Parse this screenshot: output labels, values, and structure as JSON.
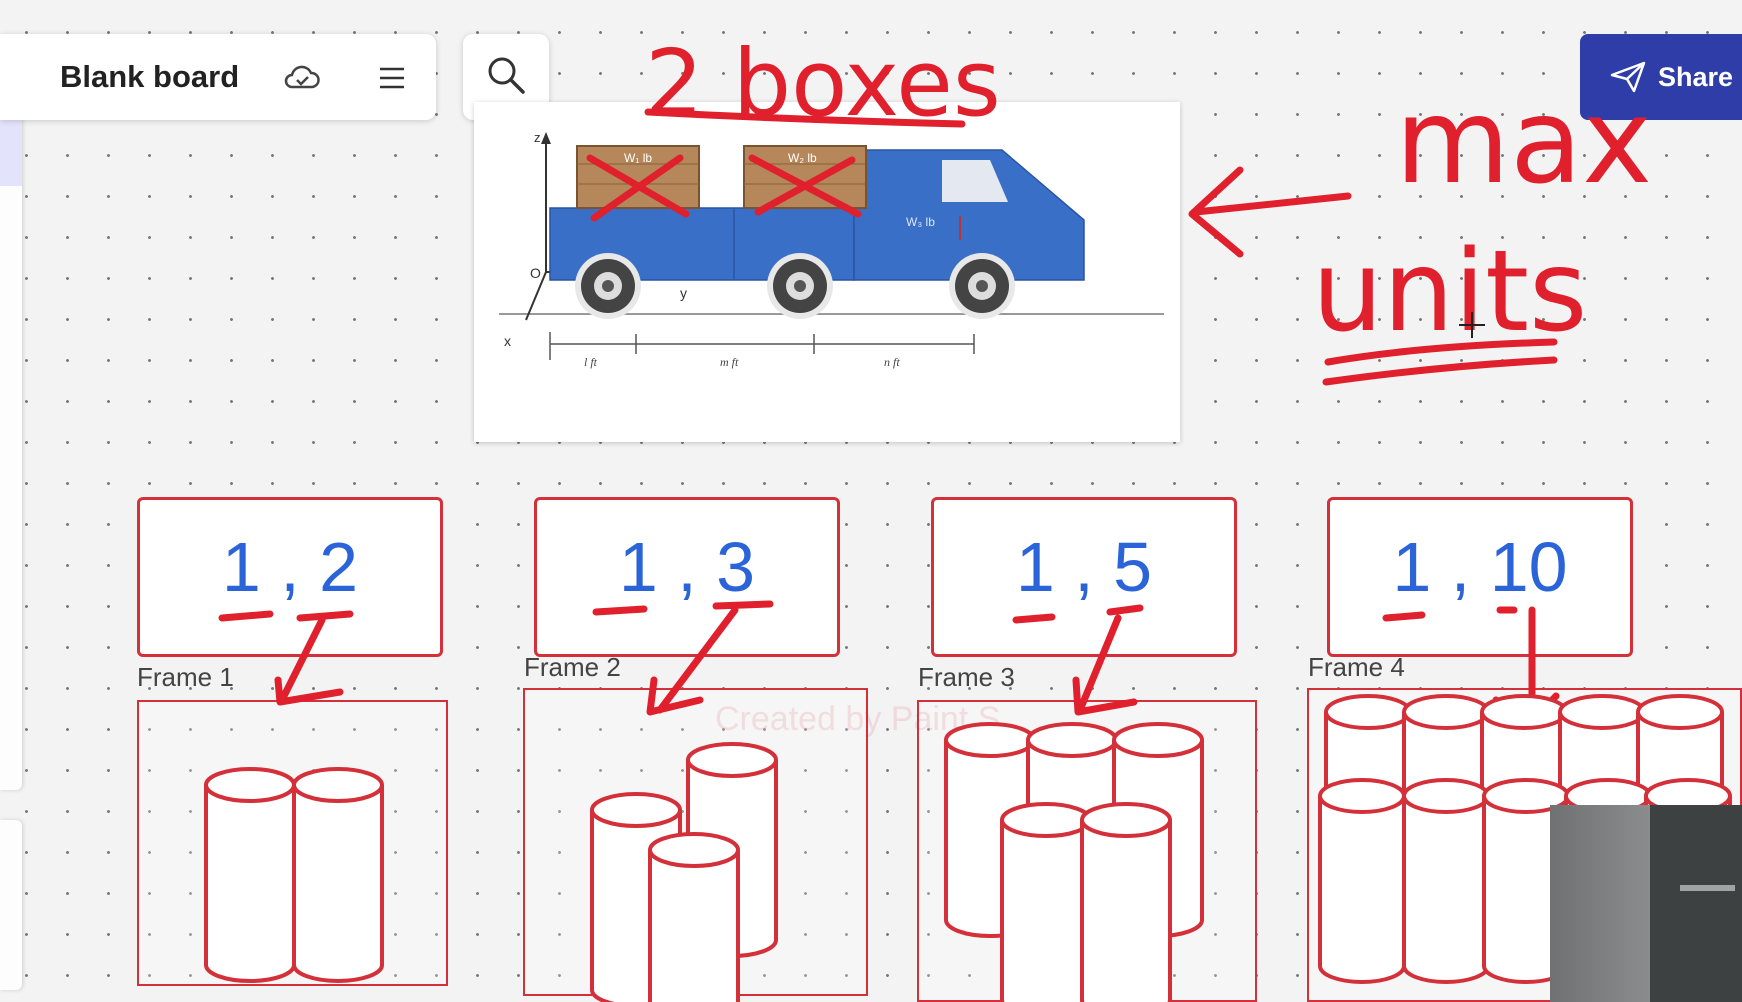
{
  "board": {
    "title": "Blank board"
  },
  "toolbar": {
    "share_label": "Share"
  },
  "truck_figure": {
    "axis_z": "z",
    "axis_y": "y",
    "axis_x": "x",
    "origin": "O",
    "box1_label": "W₁ lb",
    "box2_label": "W₂ lb",
    "truck_label": "W₃ lb",
    "dim_l": "l ft",
    "dim_m": "m ft",
    "dim_n": "n ft"
  },
  "annotations": {
    "top": "2 boxes",
    "right_line1": "max",
    "right_line2": "units"
  },
  "ratios": [
    {
      "text": "1 , 2"
    },
    {
      "text": "1 , 3"
    },
    {
      "text": "1 , 5"
    },
    {
      "text": "1 , 10"
    }
  ],
  "frames": [
    {
      "label": "Frame 1",
      "cylinders": 2
    },
    {
      "label": "Frame 2",
      "cylinders": 3
    },
    {
      "label": "Frame 3",
      "cylinders": 5
    },
    {
      "label": "Frame 4",
      "cylinders": 10
    }
  ],
  "watermark": "Created by Paint S",
  "colors": {
    "annotation_red": "#e0202c",
    "frame_red": "#d3303a",
    "ratio_blue": "#2a64d8",
    "share_blue": "#2f3da8",
    "truck_blue": "#3a6fc8"
  }
}
